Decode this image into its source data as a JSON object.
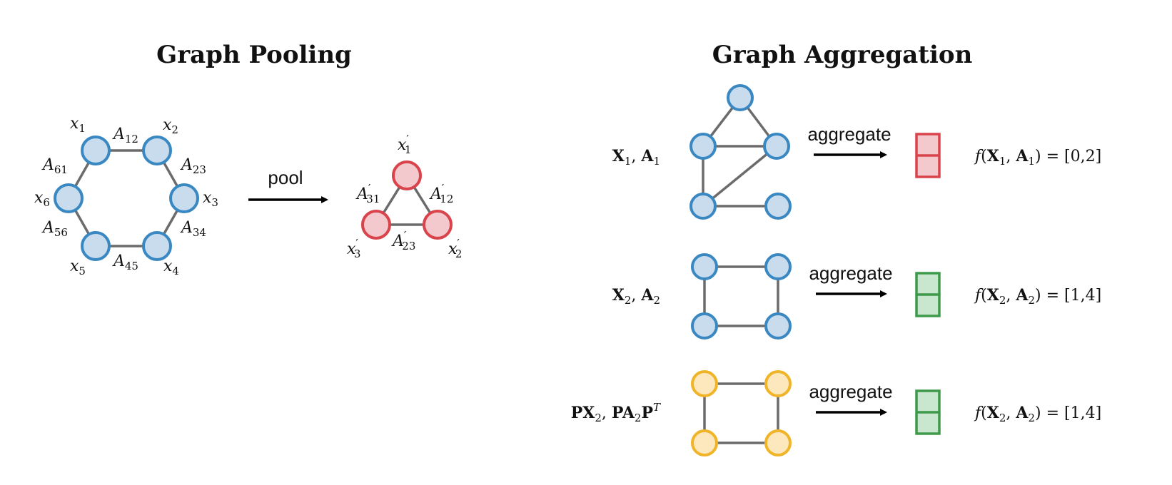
{
  "pooling": {
    "title": "Graph Pooling",
    "op_label": "pool",
    "input_nodes": [
      {
        "name": "x",
        "sub": "1"
      },
      {
        "name": "x",
        "sub": "2"
      },
      {
        "name": "x",
        "sub": "3"
      },
      {
        "name": "x",
        "sub": "4"
      },
      {
        "name": "x",
        "sub": "5"
      },
      {
        "name": "x",
        "sub": "6"
      }
    ],
    "input_edges": [
      {
        "name": "A",
        "sub": "12"
      },
      {
        "name": "A",
        "sub": "23"
      },
      {
        "name": "A",
        "sub": "34"
      },
      {
        "name": "A",
        "sub": "45"
      },
      {
        "name": "A",
        "sub": "56"
      },
      {
        "name": "A",
        "sub": "61"
      }
    ],
    "output_nodes": [
      {
        "name": "x",
        "sub": "1",
        "prime": "′"
      },
      {
        "name": "x",
        "sub": "2",
        "prime": "′"
      },
      {
        "name": "x",
        "sub": "3",
        "prime": "′"
      }
    ],
    "output_edges": [
      {
        "name": "A",
        "sub": "12",
        "prime": "′"
      },
      {
        "name": "A",
        "sub": "23",
        "prime": "′"
      },
      {
        "name": "A",
        "sub": "31",
        "prime": "′"
      }
    ],
    "colors": {
      "input_node": "#3a88c2",
      "output_node": "#d9444c"
    }
  },
  "aggregation": {
    "title": "Graph Aggregation",
    "op_label": "aggregate",
    "rows": [
      {
        "input": {
          "a": "X",
          "a_sub": "1",
          "sep": ", ",
          "b": "A",
          "b_sub": "1"
        },
        "result": {
          "f": "f",
          "open": "(",
          "a": "X",
          "a_sub": "1",
          "sep": ", ",
          "b": "A",
          "b_sub": "1",
          "close": ")",
          "eq": " = ",
          "value": "[0,2]"
        },
        "vector_color": "red",
        "node_color": "blue"
      },
      {
        "input": {
          "a": "X",
          "a_sub": "2",
          "sep": ", ",
          "b": "A",
          "b_sub": "2"
        },
        "result": {
          "f": "f",
          "open": "(",
          "a": "X",
          "a_sub": "2",
          "sep": ", ",
          "b": "A",
          "b_sub": "2",
          "close": ")",
          "eq": " = ",
          "value": "[1,4]"
        },
        "vector_color": "green",
        "node_color": "blue"
      },
      {
        "input": {
          "p1": "P",
          "a": "X",
          "a_sub": "2",
          "sep": ", ",
          "p2": "P",
          "b": "A",
          "b_sub": "2",
          "p3": "P",
          "p3_sup": "T"
        },
        "result": {
          "f": "f",
          "open": "(",
          "a": "X",
          "a_sub": "2",
          "sep": ", ",
          "b": "A",
          "b_sub": "2",
          "close": ")",
          "eq": " = ",
          "value": "[1,4]"
        },
        "vector_color": "green",
        "node_color": "yellow"
      }
    ],
    "colors": {
      "blue": "#3a88c2",
      "red": "#d9444c",
      "green": "#3d9a4a",
      "yellow": "#f0b428"
    }
  }
}
